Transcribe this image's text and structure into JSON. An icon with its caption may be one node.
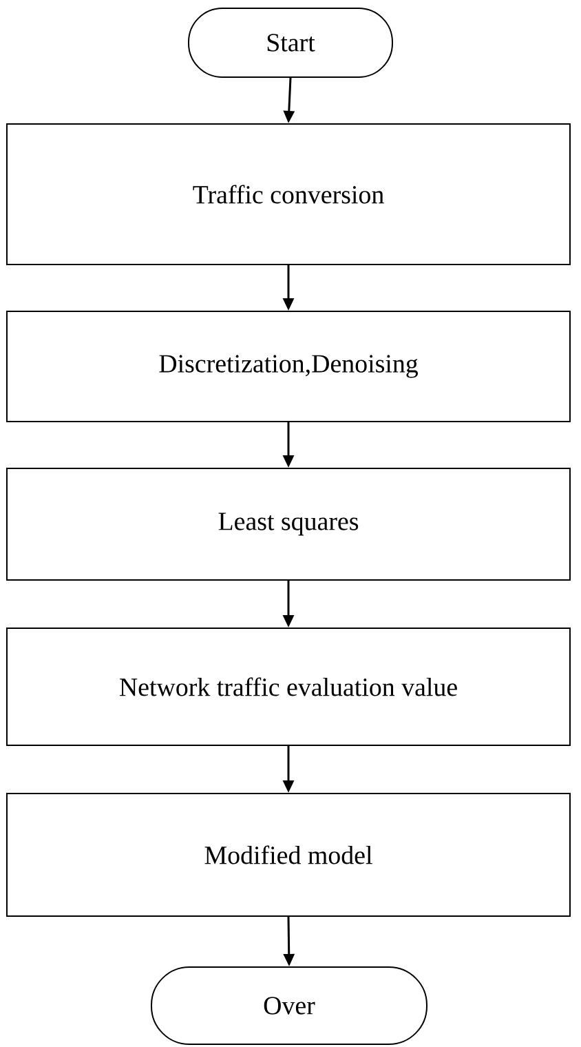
{
  "diagram": {
    "nodes": [
      {
        "text": [
          "Start"
        ]
      },
      {
        "text": [
          "Traffic conversion"
        ]
      },
      {
        "text": [
          "Discretization,Denoising"
        ]
      },
      {
        "text": [
          "Least squares"
        ]
      },
      {
        "text": [
          "Network traffic evaluation value"
        ]
      },
      {
        "text": [
          "Modified model"
        ]
      },
      {
        "text": [
          "Over"
        ]
      }
    ],
    "edges": [
      {
        "from": 0,
        "to": 1,
        "arrow": "to"
      },
      {
        "from": 1,
        "to": 2,
        "arrow": "to"
      },
      {
        "from": 2,
        "to": 3,
        "arrow": "to"
      },
      {
        "from": 3,
        "to": 4,
        "arrow": "to"
      },
      {
        "from": 4,
        "to": 5,
        "arrow": "to"
      },
      {
        "from": 5,
        "to": 6,
        "arrow": "to"
      }
    ]
  }
}
